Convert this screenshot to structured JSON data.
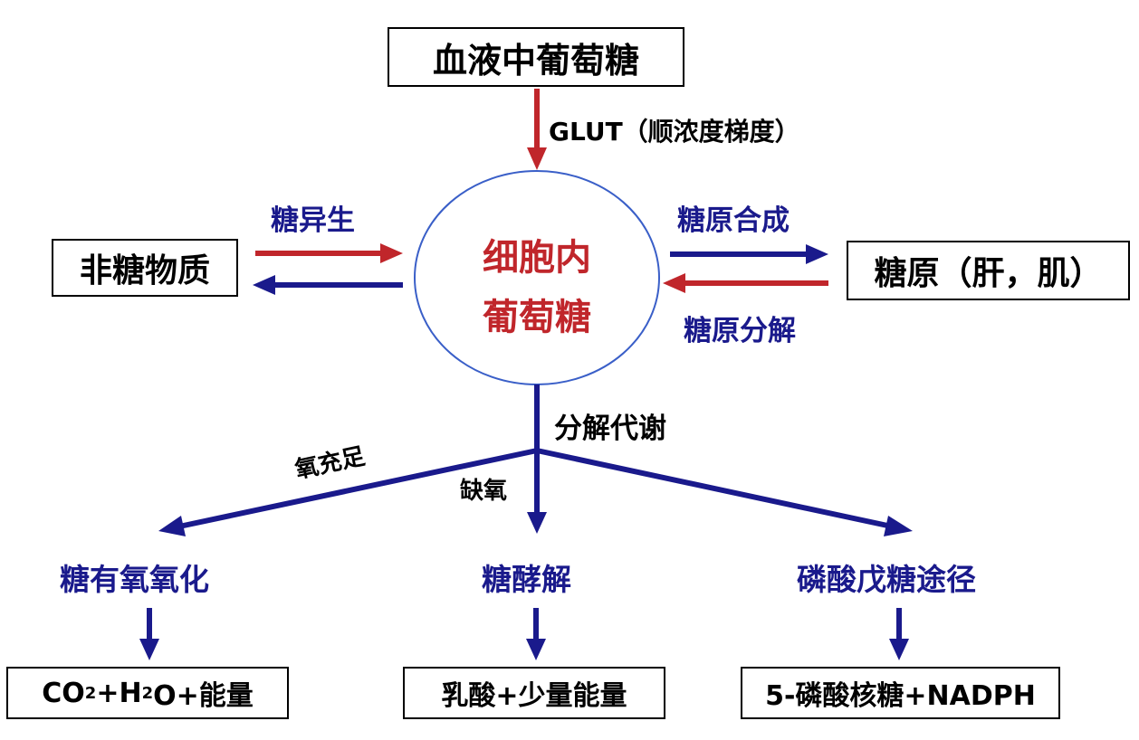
{
  "colors": {
    "red": "#c0262b",
    "blue": "#1a1a8c",
    "circle_outline": "#3a5fc8",
    "box_border": "#000000"
  },
  "nodes": {
    "blood_glucose": "血液中葡萄糖",
    "non_sugar": "非糖物质",
    "glycogen": "糖原（肝，肌）",
    "center_line1": "细胞内",
    "center_line2": "葡萄糖",
    "aerobic": "糖有氧氧化",
    "glycolysis": "糖酵解",
    "ppp": "磷酸戊糖途径",
    "product_aerobic": {
      "prefix": "CO",
      "sub1": "2",
      "mid": "+H",
      "sub2": "2",
      "suffix": "O+能量"
    },
    "product_glycolysis": "乳酸+少量能量",
    "product_ppp": "5-磷酸核糖+NADPH"
  },
  "edges": {
    "glut": "GLUT（顺浓度梯度）",
    "gluconeogenesis": "糖异生",
    "glycogenesis": "糖原合成",
    "glycogenolysis": "糖原分解",
    "catabolism": "分解代谢",
    "oxygen_sufficient": "氧充足",
    "oxygen_lacking": "缺氧"
  }
}
